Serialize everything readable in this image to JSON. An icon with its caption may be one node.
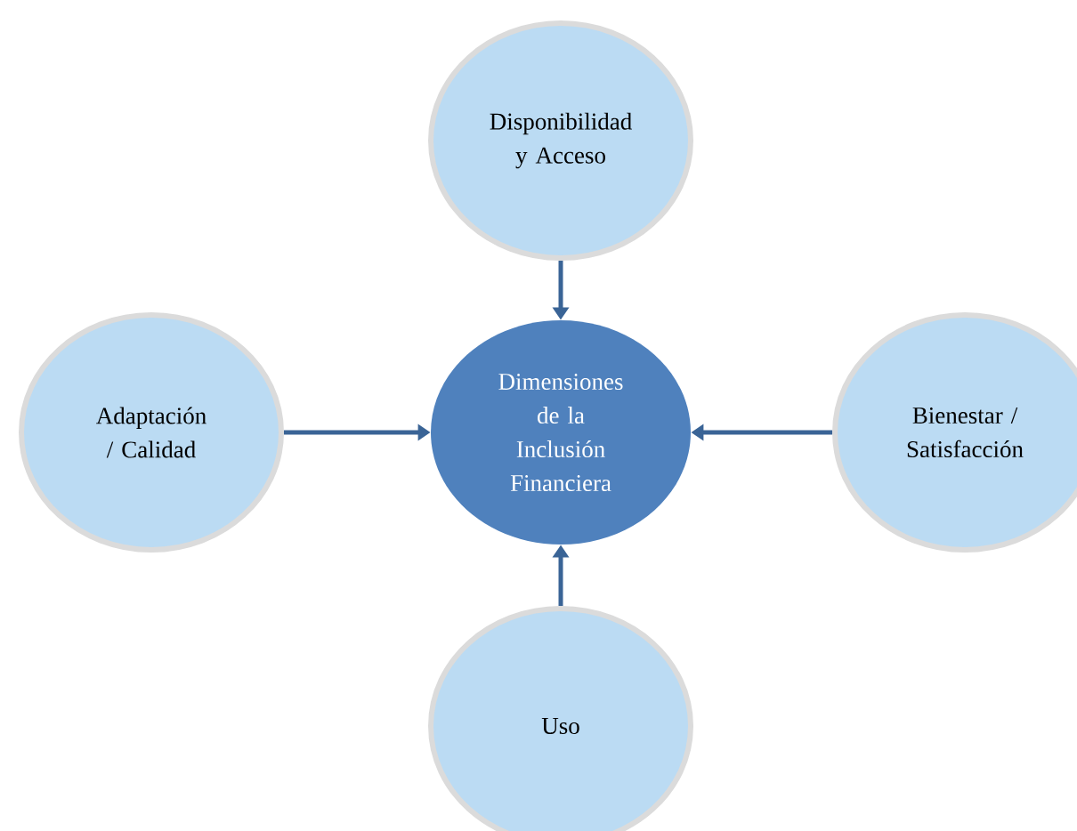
{
  "diagram": {
    "nodes": [
      {
        "text": [
          "Disponibilidad y Acceso"
        ]
      },
      {
        "text": [
          "Adaptación / Calidad"
        ]
      },
      {
        "text": [
          "Dimensiones de la Inclusión Financiera"
        ]
      },
      {
        "text": [
          "Bienestar / Satisfacción"
        ]
      },
      {
        "text": [
          "Uso"
        ]
      }
    ],
    "edges": [
      {
        "from": 0,
        "to": 2,
        "arrow": "to"
      },
      {
        "from": 1,
        "to": 2,
        "arrow": "to"
      },
      {
        "from": 3,
        "to": 2,
        "arrow": "to"
      },
      {
        "from": 4,
        "to": 2,
        "arrow": "to"
      }
    ]
  }
}
